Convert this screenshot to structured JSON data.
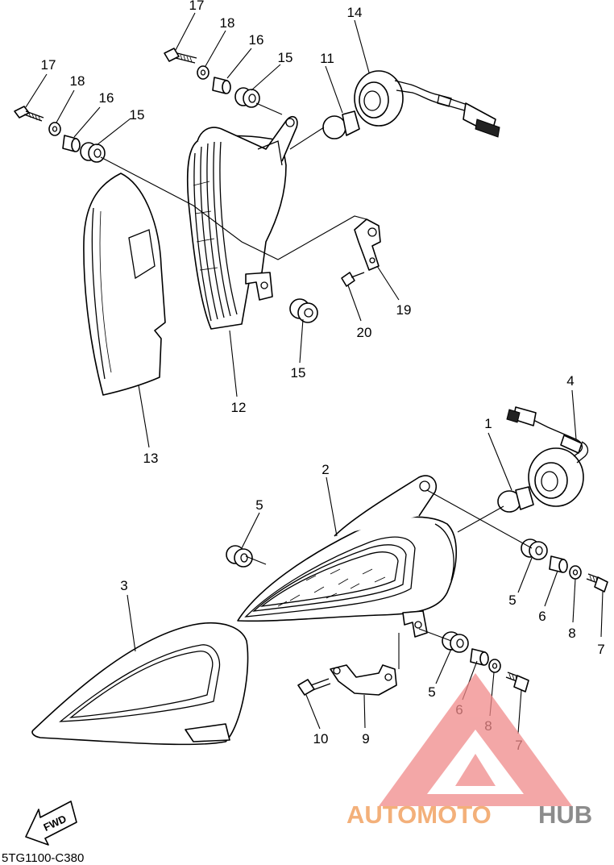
{
  "diagram": {
    "code": "5TG1100-C380",
    "fwd_label": "FWD",
    "watermark": {
      "text_part1": "AUTOMOTO",
      "text_part2": "HUB",
      "color_primary": "#f08a8a",
      "color_secondary": "#f7c97a",
      "color_dark": "#8c8c8c"
    },
    "callouts": [
      "17",
      "18",
      "16",
      "15",
      "14",
      "11",
      "17",
      "18",
      "16",
      "15",
      "19",
      "20",
      "15",
      "12",
      "13",
      "4",
      "1",
      "2",
      "5",
      "5",
      "6",
      "8",
      "7",
      "3",
      "5",
      "6",
      "8",
      "7",
      "10",
      "9"
    ]
  }
}
